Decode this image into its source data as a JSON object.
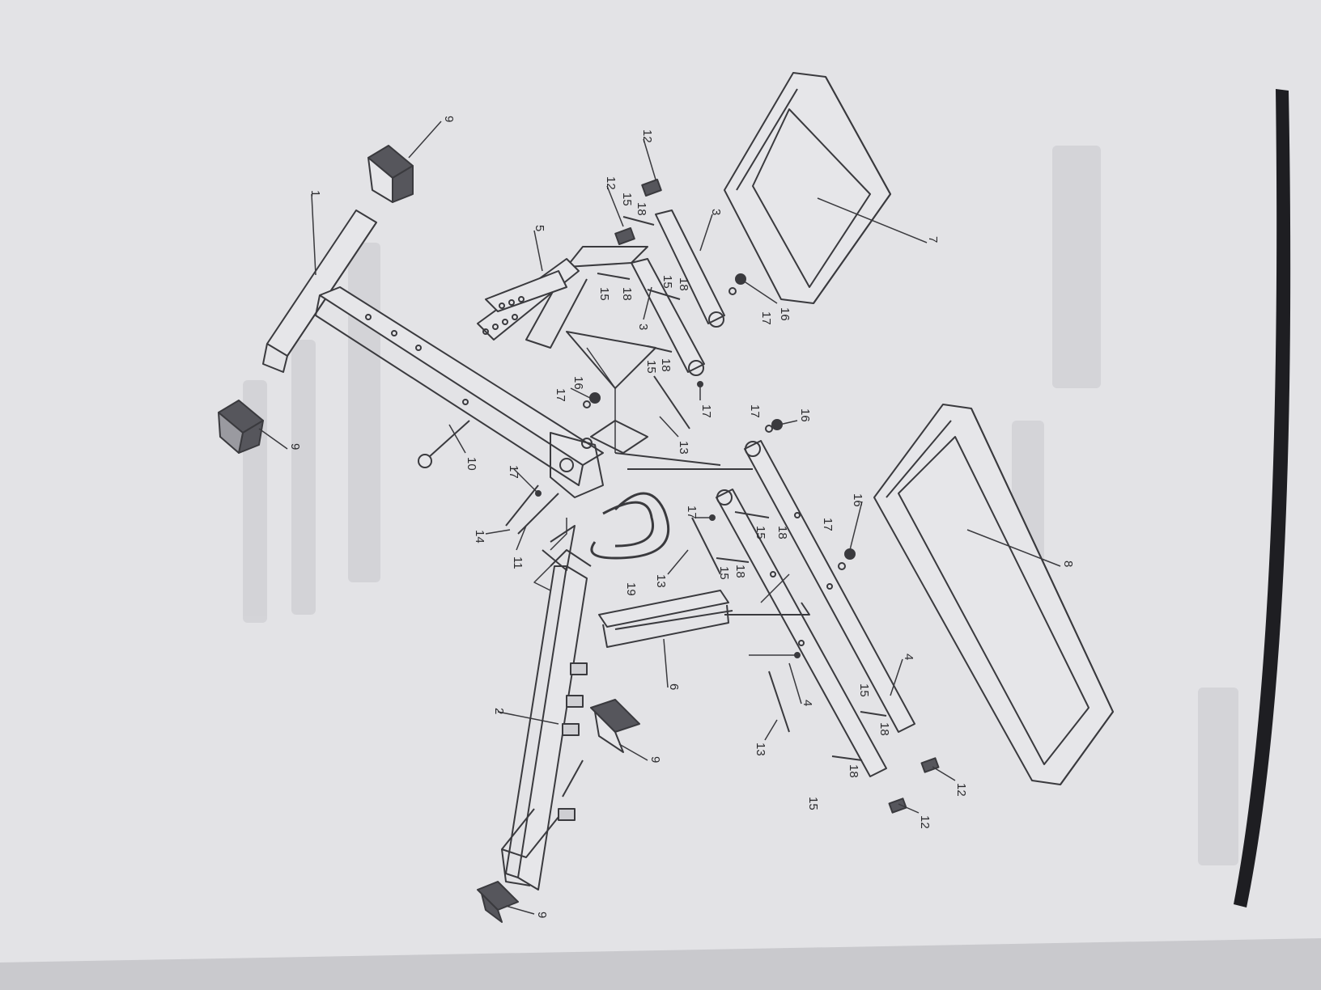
{
  "colors": {
    "background": "#9a9aa0",
    "paper": "#e3e3e6",
    "line": "#3a3a3e",
    "margin_bar": "#1e1e22"
  },
  "callouts": [
    {
      "id": "c1",
      "label": "1"
    },
    {
      "id": "c2",
      "label": "2"
    },
    {
      "id": "c3a",
      "label": "3"
    },
    {
      "id": "c3b",
      "label": "3"
    },
    {
      "id": "c4a",
      "label": "4"
    },
    {
      "id": "c4b",
      "label": "4"
    },
    {
      "id": "c5",
      "label": "5"
    },
    {
      "id": "c6",
      "label": "6"
    },
    {
      "id": "c7",
      "label": "7"
    },
    {
      "id": "c8",
      "label": "8"
    },
    {
      "id": "c9a",
      "label": "9"
    },
    {
      "id": "c9b",
      "label": "9"
    },
    {
      "id": "c9c",
      "label": "9"
    },
    {
      "id": "c9d",
      "label": "9"
    },
    {
      "id": "c10",
      "label": "10"
    },
    {
      "id": "c11",
      "label": "11"
    },
    {
      "id": "c12a",
      "label": "12"
    },
    {
      "id": "c12b",
      "label": "12"
    },
    {
      "id": "c12c",
      "label": "12"
    },
    {
      "id": "c12d",
      "label": "12"
    },
    {
      "id": "c13a",
      "label": "13"
    },
    {
      "id": "c13b",
      "label": "13"
    },
    {
      "id": "c13c",
      "label": "13"
    },
    {
      "id": "c14",
      "label": "14"
    },
    {
      "id": "c15a",
      "label": "15"
    },
    {
      "id": "c15b",
      "label": "15"
    },
    {
      "id": "c15c",
      "label": "15"
    },
    {
      "id": "c15d",
      "label": "15"
    },
    {
      "id": "c15e",
      "label": "15"
    },
    {
      "id": "c15f",
      "label": "15"
    },
    {
      "id": "c15g",
      "label": "15"
    },
    {
      "id": "c15h",
      "label": "15"
    },
    {
      "id": "c16a",
      "label": "16"
    },
    {
      "id": "c16b",
      "label": "16"
    },
    {
      "id": "c16c",
      "label": "16"
    },
    {
      "id": "c16d",
      "label": "16"
    },
    {
      "id": "c17a",
      "label": "17"
    },
    {
      "id": "c17b",
      "label": "17"
    },
    {
      "id": "c17c",
      "label": "17"
    },
    {
      "id": "c17d",
      "label": "17"
    },
    {
      "id": "c17e",
      "label": "17"
    },
    {
      "id": "c17f",
      "label": "17"
    },
    {
      "id": "c17g",
      "label": "17"
    },
    {
      "id": "c18a",
      "label": "18"
    },
    {
      "id": "c18b",
      "label": "18"
    },
    {
      "id": "c18c",
      "label": "18"
    },
    {
      "id": "c18d",
      "label": "18"
    },
    {
      "id": "c18e",
      "label": "18"
    },
    {
      "id": "c18f",
      "label": "18"
    },
    {
      "id": "c18g",
      "label": "18"
    },
    {
      "id": "c18h",
      "label": "18"
    },
    {
      "id": "c19",
      "label": "19"
    }
  ]
}
